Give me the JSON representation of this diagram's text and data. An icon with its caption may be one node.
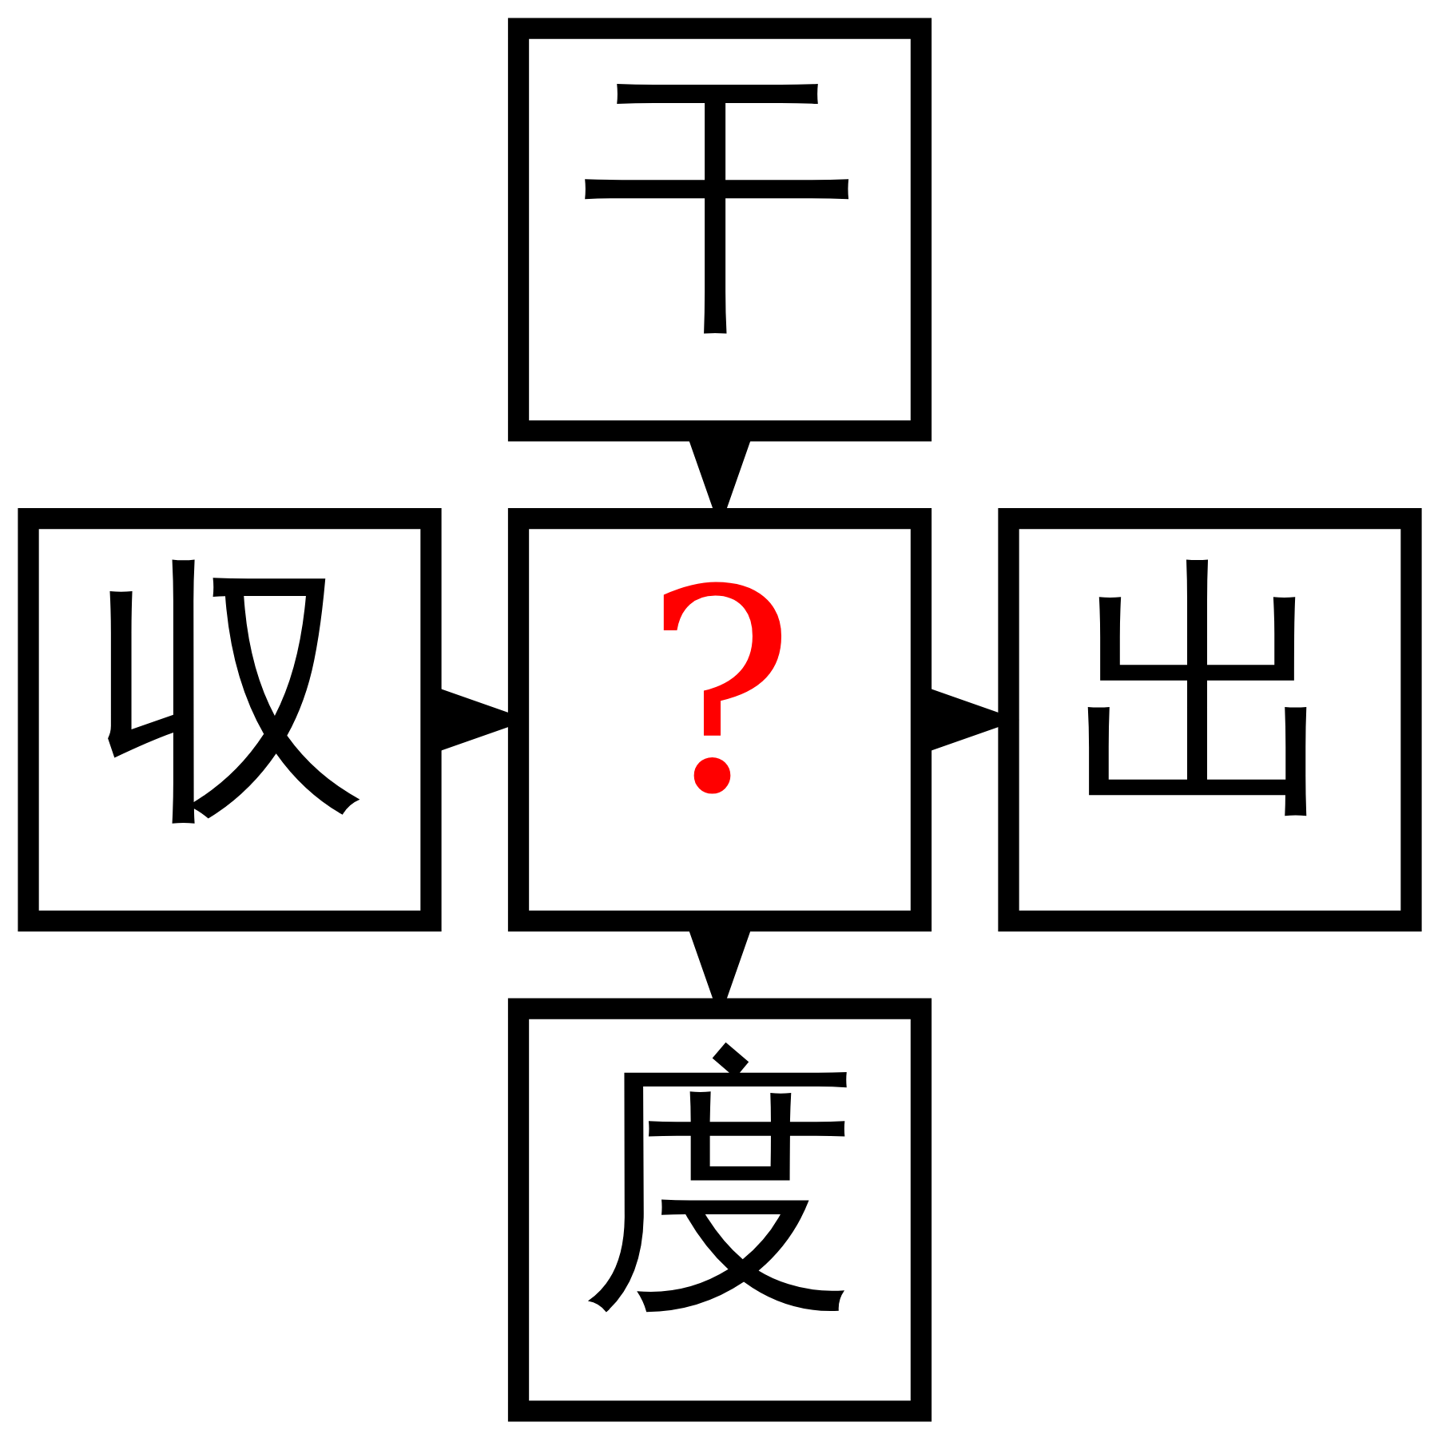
{
  "diagram": {
    "nodes": [
      {
        "text": [
          "干"
        ]
      },
      {
        "text": [
          "収"
        ]
      },
      {
        "text": [
          "?"
        ]
      },
      {
        "text": [
          "出"
        ]
      },
      {
        "text": [
          "度"
        ]
      }
    ],
    "edges": [
      {
        "from": 0,
        "to": 2,
        "arrow": "to"
      },
      {
        "from": 1,
        "to": 2,
        "arrow": "to"
      },
      {
        "from": 2,
        "to": 3,
        "arrow": "to"
      },
      {
        "from": 2,
        "to": 4,
        "arrow": "to"
      }
    ]
  }
}
